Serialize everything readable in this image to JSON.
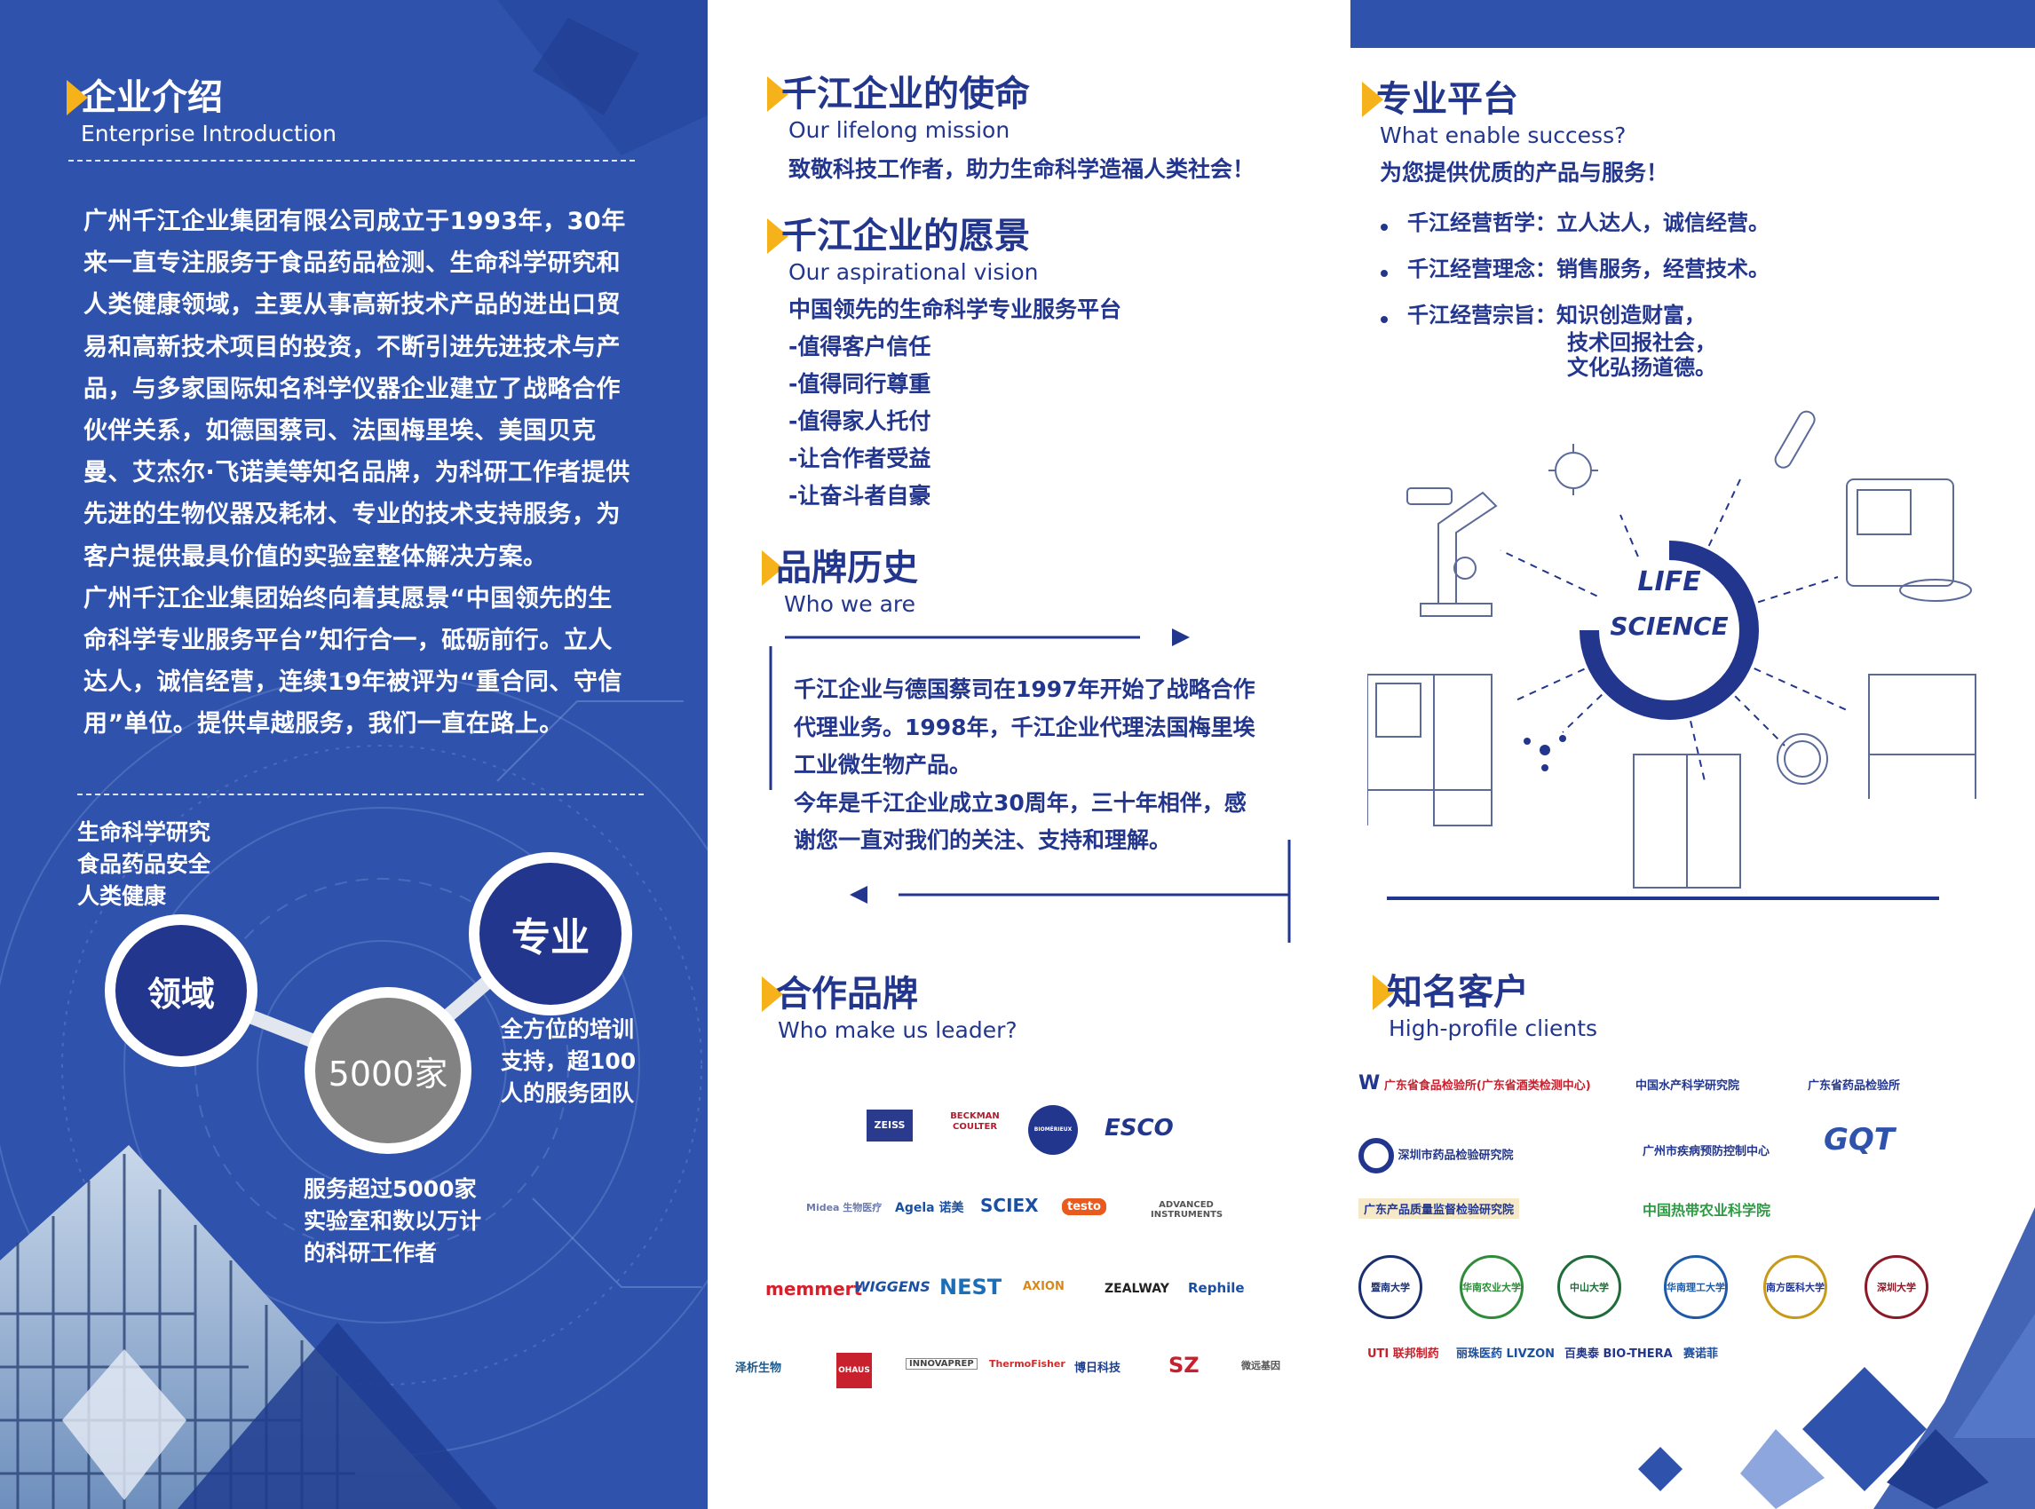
{
  "intro": {
    "title_zh": "企业介绍",
    "title_en": "Enterprise Introduction",
    "paragraphs": [
      "广州千江企业集团有限公司成立于1993年，30年来一直专注服务于食品药品检测、生命科学研究和人类健康领域，主要从事高新技术产品的进出口贸易和高新技术项目的投资，不断引进先进技术与产品，与多家国际知名科学仪器企业建立了战略合作伙伴关系，如德国蔡司、法国梅里埃、美国贝克曼、艾杰尔·飞诺美等知名品牌，为科研工作者提供先进的生物仪器及耗材、专业的技术支持服务，为客户提供最具价值的实验室整体解决方案。",
      "广州千江企业集团始终向着其愿景“中国领先的生命科学专业服务平台”知行合一，砥砺前行。立人达人，诚信经营，连续19年被评为“重合同、守信用”单位。提供卓越服务，我们一直在路上。"
    ],
    "domains": [
      "生命科学研究",
      "食品药品安全",
      "人类健康"
    ],
    "circle_domain": "领域",
    "circle_count": "5000家",
    "circle_pro": "专业",
    "pro_text": [
      "全方位的培训",
      "支持，超100",
      "人的服务团队"
    ],
    "count_text": [
      "服务超过5000家",
      "实验室和数以万计",
      "的科研工作者"
    ]
  },
  "mission": {
    "title_zh": "千江企业的使命",
    "title_en": "Our lifelong mission",
    "text": "致敬科技工作者，助力生命科学造福人类社会！"
  },
  "vision": {
    "title_zh": "千江企业的愿景",
    "title_en": "Our aspirational vision",
    "items": [
      "中国领先的生命科学专业服务平台",
      "-值得客户信任",
      "-值得同行尊重",
      "-值得家人托付",
      "-让合作者受益",
      "-让奋斗者自豪"
    ]
  },
  "history": {
    "title_zh": "品牌历史",
    "title_en": "Who we are",
    "lines": [
      "千江企业与德国蔡司在1997年开始了战略合作",
      "代理业务。1998年，千江企业代理法国梅里埃",
      "工业微生物产品。",
      "今年是千江企业成立30周年，三十年相伴，感",
      "谢您一直对我们的关注、支持和理解。"
    ]
  },
  "brands": {
    "title_zh": "合作品牌",
    "title_en": "Who make us leader?",
    "rows": [
      [
        "ZEISS",
        "BECKMAN COULTER",
        "BIOMÉRIEUX",
        "ESCO"
      ],
      [
        "Midea 生物医疗",
        "Agela 诺美",
        "SCIEX",
        "testo",
        "ADVANCED INSTRUMENTS"
      ],
      [
        "memmert",
        "WIGGENS",
        "NEST",
        "AXION",
        "ZEALWAY",
        "Rephile"
      ],
      [
        "泽析生物",
        "OHAUS",
        "INNOVAPREP",
        "ThermoFisher",
        "博日科技",
        "SZ",
        "微远基因"
      ]
    ]
  },
  "platform": {
    "title_zh": "专业平台",
    "title_en": "What enable success?",
    "subtitle": "为您提供优质的产品与服务！",
    "bullets": [
      [
        "千江经营哲学：立人达人，诚信经营。"
      ],
      [
        "千江经营理念：销售服务，经营技术。"
      ],
      [
        "千江经营宗旨：知识创造财富，",
        "技术回报社会，",
        "文化弘扬道德。"
      ]
    ],
    "center_line1": "LIFE",
    "center_line2": "SCIENCE"
  },
  "clients": {
    "title_zh": "知名客户",
    "title_en": "High-profile clients",
    "logos": [
      "广东省食品检验所(广东省酒类检测中心)",
      "中国水产科学研究院",
      "广东省药品检验所",
      "深圳市药品检验研究院",
      "广州市疾病预防控制中心",
      "GQT",
      "广东产品质量监督检验研究院",
      "中国热带农业科学院"
    ],
    "seals": [
      "暨南大学",
      "华南农业大学",
      "中山大学",
      "华南理工大学",
      "南方医科大学",
      "深圳大学"
    ],
    "bottom": [
      "UTI 联邦制药",
      "丽珠医药 LIVZON",
      "百奥泰 BIO-THERA",
      "赛诺菲"
    ]
  },
  "colors": {
    "primary": "#2f53ad",
    "navy": "#23368e",
    "accent": "#f6b21a",
    "grey": "#828282"
  }
}
